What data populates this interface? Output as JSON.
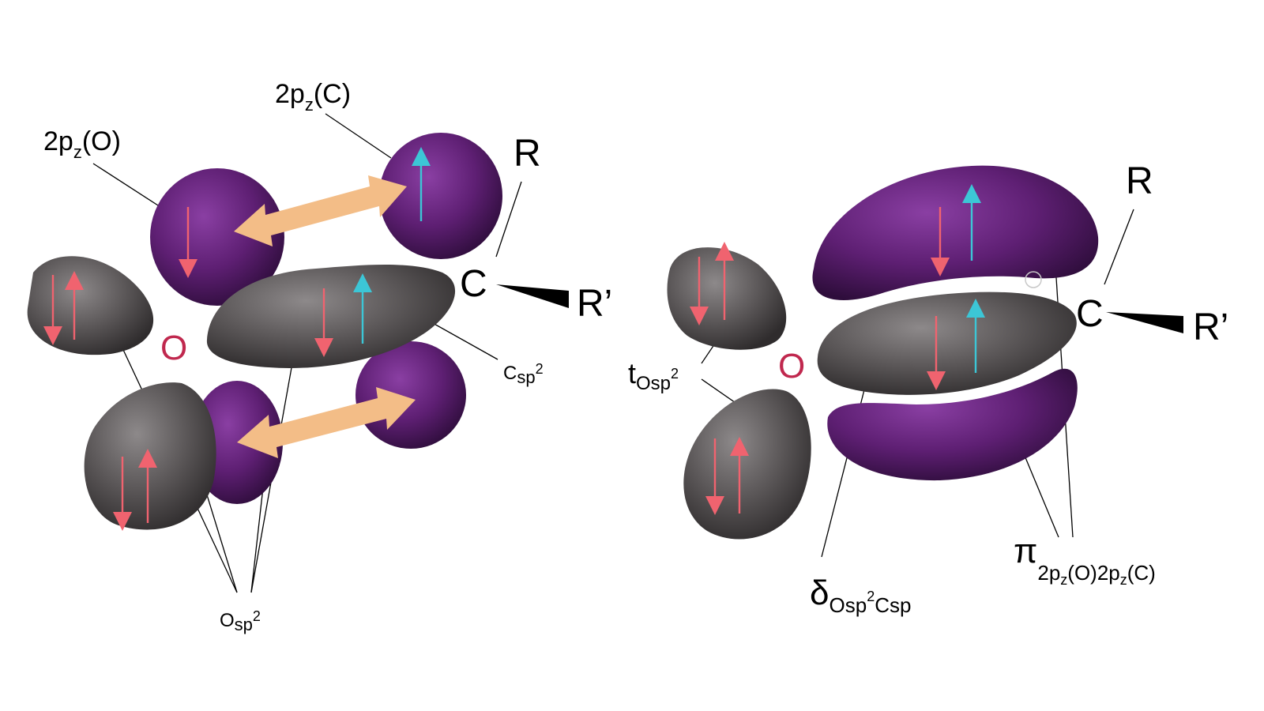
{
  "colors": {
    "purple_lobe": "#5e1f73",
    "gray_lobe": "#5a5657",
    "arrow_orange": "#f3bd87",
    "spin_red": "#f0636f",
    "spin_cyan": "#3cc6d6",
    "oxygen_label": "#c0284e"
  },
  "left": {
    "label_2pz_O": {
      "base": "2p",
      "sub": "z",
      "tail": "(O)"
    },
    "label_2pz_C": {
      "base": "2p",
      "sub": "z",
      "tail": "(C)"
    },
    "label_O": "O",
    "label_C": "C",
    "label_R": "R",
    "label_R_prime": "R’",
    "label_Csp2": {
      "base": "C",
      "sub": "sp",
      "sup": "2"
    },
    "label_Osp2": {
      "base": "O",
      "sub": "sp",
      "sup": "2"
    }
  },
  "right": {
    "label_O": "O",
    "label_C": "C",
    "label_R": "R",
    "label_R_prime": "R’",
    "label_t": {
      "base": "t",
      "sub": "Osp",
      "sup": "2"
    },
    "label_delta": {
      "base": "δ",
      "sub1": "Osp",
      "sup": "2",
      "sub2": "Csp"
    },
    "label_pi": {
      "base": "π",
      "sub": "2p",
      "subsub1": "z",
      "mid": "(O)2p",
      "subsub2": "z",
      "tail": "(C)"
    }
  }
}
